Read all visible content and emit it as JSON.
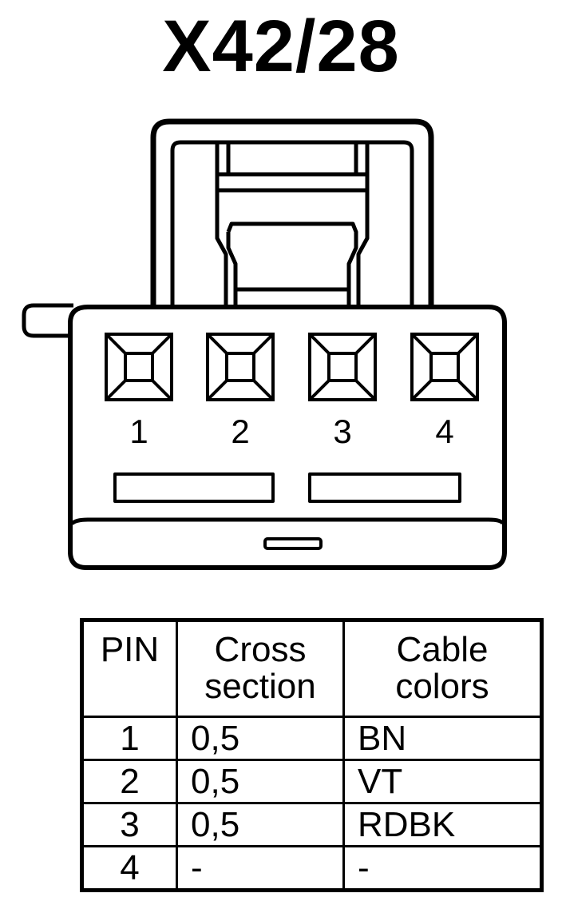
{
  "title": "X42/28",
  "pin_labels": [
    "1",
    "2",
    "3",
    "4"
  ],
  "table": {
    "headers": {
      "pin": "PIN",
      "cross_section": [
        "Cross",
        "section"
      ],
      "cable_colors": [
        "Cable",
        "colors"
      ]
    },
    "rows": [
      {
        "pin": "1",
        "cross_section": "0,5",
        "cable_color": "BN"
      },
      {
        "pin": "2",
        "cross_section": "0,5",
        "cable_color": "VT"
      },
      {
        "pin": "3",
        "cross_section": "0,5",
        "cable_color": "RDBK"
      },
      {
        "pin": "4",
        "cross_section": "-",
        "cable_color": "-"
      }
    ]
  }
}
